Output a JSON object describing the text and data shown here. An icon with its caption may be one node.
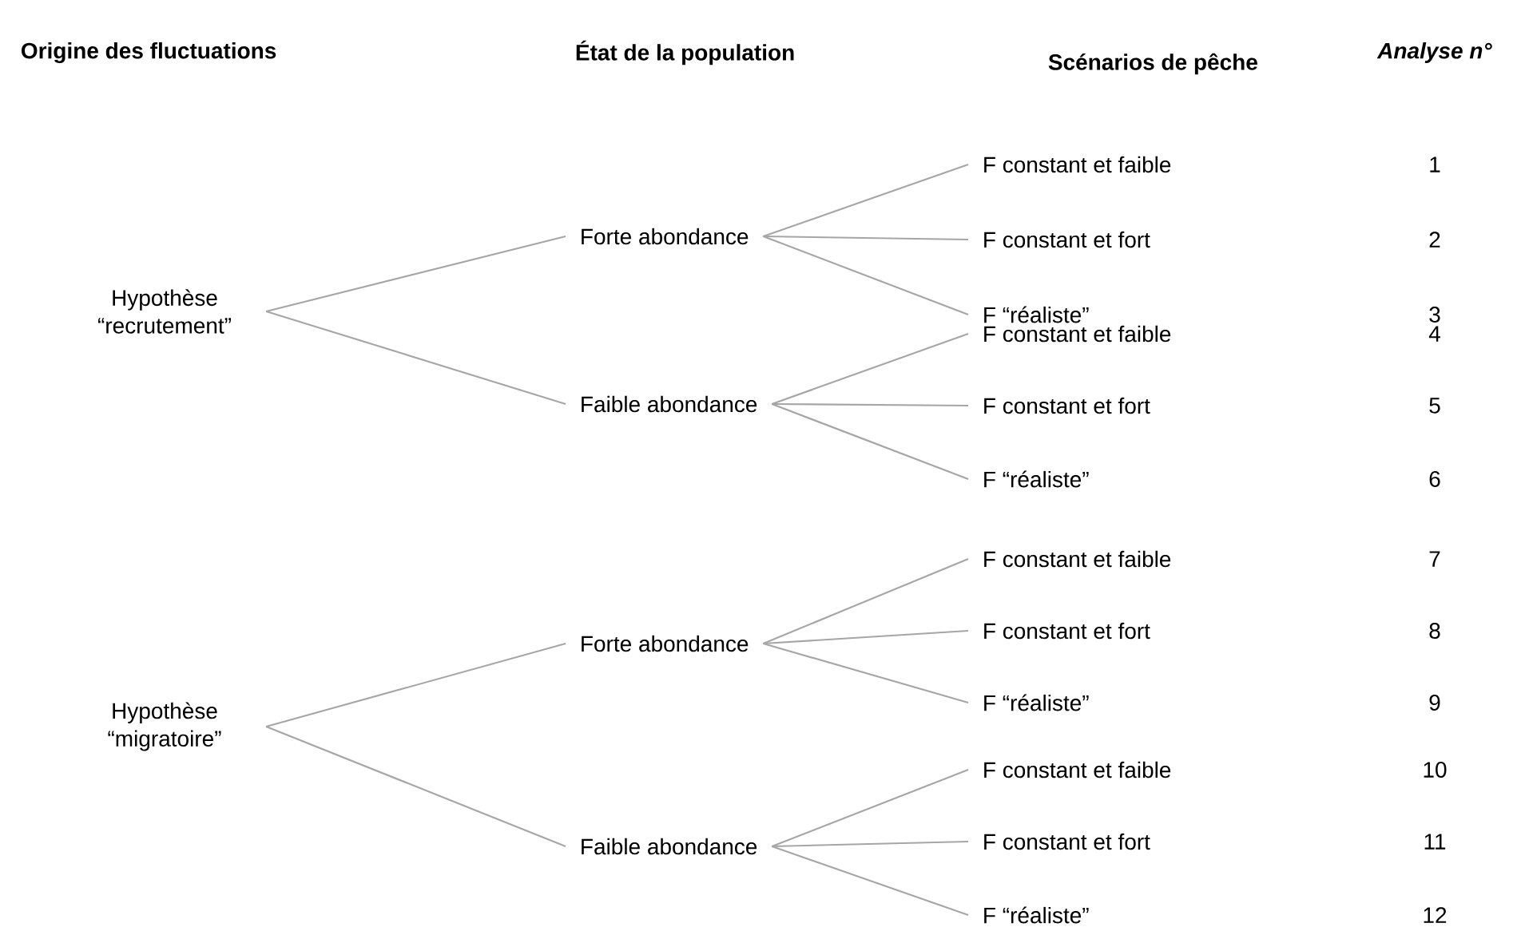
{
  "diagram": {
    "nodes": [
      {
        "text": [
          "Hypothèse “recrutement”"
        ]
      },
      {
        "text": [
          "Forte abondance"
        ]
      },
      {
        "text": [
          "F constant et faible"
        ]
      },
      {
        "text": [
          "F constant et fort"
        ]
      },
      {
        "text": [
          "F “réaliste”"
        ]
      },
      {
        "text": [
          "Faible abondance"
        ]
      },
      {
        "text": [
          "F constant et faible"
        ]
      },
      {
        "text": [
          "F constant et fort"
        ]
      },
      {
        "text": [
          "F “réaliste”"
        ]
      },
      {
        "text": [
          "Hypothèse “migratoire”"
        ]
      },
      {
        "text": [
          "Forte abondance"
        ]
      },
      {
        "text": [
          "F constant et faible"
        ]
      },
      {
        "text": [
          "F constant et fort"
        ]
      },
      {
        "text": [
          "F “réaliste”"
        ]
      },
      {
        "text": [
          "Faible abondance"
        ]
      },
      {
        "text": [
          "F constant et faible"
        ]
      },
      {
        "text": [
          "F constant et fort"
        ]
      },
      {
        "text": [
          "F “réaliste”"
        ]
      }
    ],
    "edges": [
      {
        "from": 0,
        "to": 1,
        "arrow": "none"
      },
      {
        "from": 0,
        "to": 5,
        "arrow": "none"
      },
      {
        "from": 1,
        "to": 2,
        "arrow": "none"
      },
      {
        "from": 1,
        "to": 3,
        "arrow": "none"
      },
      {
        "from": 1,
        "to": 4,
        "arrow": "none"
      },
      {
        "from": 5,
        "to": 6,
        "arrow": "none"
      },
      {
        "from": 5,
        "to": 7,
        "arrow": "none"
      },
      {
        "from": 5,
        "to": 8,
        "arrow": "none"
      },
      {
        "from": 9,
        "to": 10,
        "arrow": "none"
      },
      {
        "from": 9,
        "to": 14,
        "arrow": "none"
      },
      {
        "from": 10,
        "to": 11,
        "arrow": "none"
      },
      {
        "from": 10,
        "to": 12,
        "arrow": "none"
      },
      {
        "from": 10,
        "to": 13,
        "arrow": "none"
      },
      {
        "from": 14,
        "to": 15,
        "arrow": "none"
      },
      {
        "from": 14,
        "to": 16,
        "arrow": "none"
      },
      {
        "from": 14,
        "to": 17,
        "arrow": "none"
      }
    ],
    "labels": [
      "Origine des fluctuations",
      "État de la population",
      "Scénarios de pêche",
      "*Analyse n°*",
      "1",
      "2",
      "3",
      "4",
      "5",
      "6",
      "7",
      "8",
      "9",
      "10",
      "11",
      "12"
    ]
  }
}
